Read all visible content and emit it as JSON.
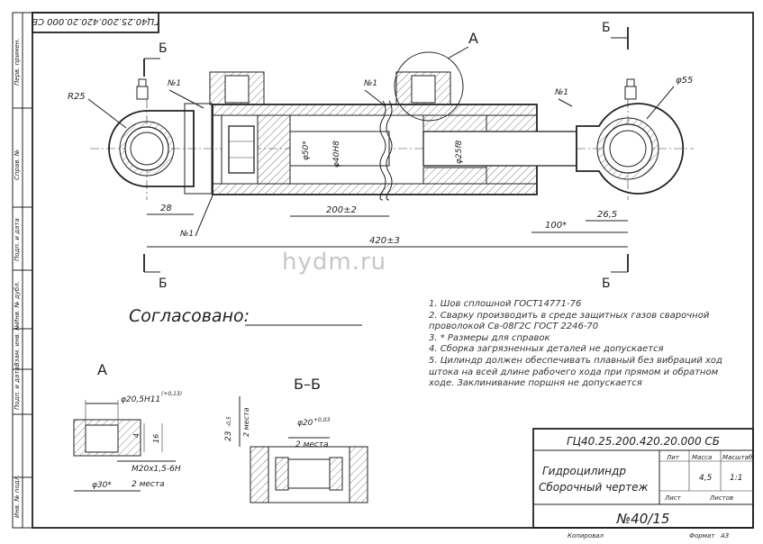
{
  "stamp_top": "ГЦ40.25.200.420.20.000 СБ",
  "side_labels": [
    "Перв. примен.",
    "Справ. №",
    "Подп. и дата",
    "Инв. № дубл.",
    "Взам. инв. №",
    "Подп. и дата",
    "Инв. № подл."
  ],
  "main_view": {
    "section_letter": "Б",
    "detail_letter": "А",
    "num_label": "№1",
    "r25": "R25",
    "d55": "φ55",
    "d50": "φ50*",
    "d40": "φ40Н8",
    "d25": "φ25f8",
    "dim_28": "28",
    "dim_200": "200±2",
    "dim_100": "100*",
    "dim_26_5": "26,5",
    "dim_420": "420±3"
  },
  "watermark": "hydm.ru",
  "agreed_label": "Согласовано:",
  "notes": [
    "1. Шов сплошной ГОСТ14771-76",
    "2. Сварку производить в среде защитных газов сварочной проволокой Св-08Г2С ГОСТ 2246-70",
    "3. * Размеры для справок",
    "4. Сборка загрязненных деталей не допускается",
    "5. Цилиндр должен обеспечивать плавный без вибраций ход штока на всей длине рабочего хода при прямом и обратном ходе. Заклинивание поршня не допускается"
  ],
  "detail_a": {
    "title": "А",
    "d20": "φ20,5Н11",
    "tol": "(+0,13)",
    "dim_4": "4",
    "dim_16": "16",
    "thread": "М20х1,5-6Н",
    "places": "2 места",
    "d30": "φ30*"
  },
  "section_bb": {
    "title": "Б–Б",
    "d20": "φ20",
    "d20_tol": "+0,03",
    "places": "2 места",
    "dim_23": "23",
    "dim_23_tol": "-0,5",
    "places_side": "2 места"
  },
  "title_block": {
    "designation": "ГЦ40.25.200.420.20.000 СБ",
    "name_line1": "Гидроцилиндр",
    "name_line2": "Сборочный чертеж",
    "col_lit": "Лит",
    "col_mass": "Масса",
    "col_scale": "Масштаб",
    "mass_value": "4,5",
    "scale_value": "1:1",
    "sheet_label": "Лист",
    "sheets_label": "Листов",
    "number": "№40/15",
    "copied": "Копировал",
    "format_label": "Формат",
    "format_value": "А3"
  }
}
